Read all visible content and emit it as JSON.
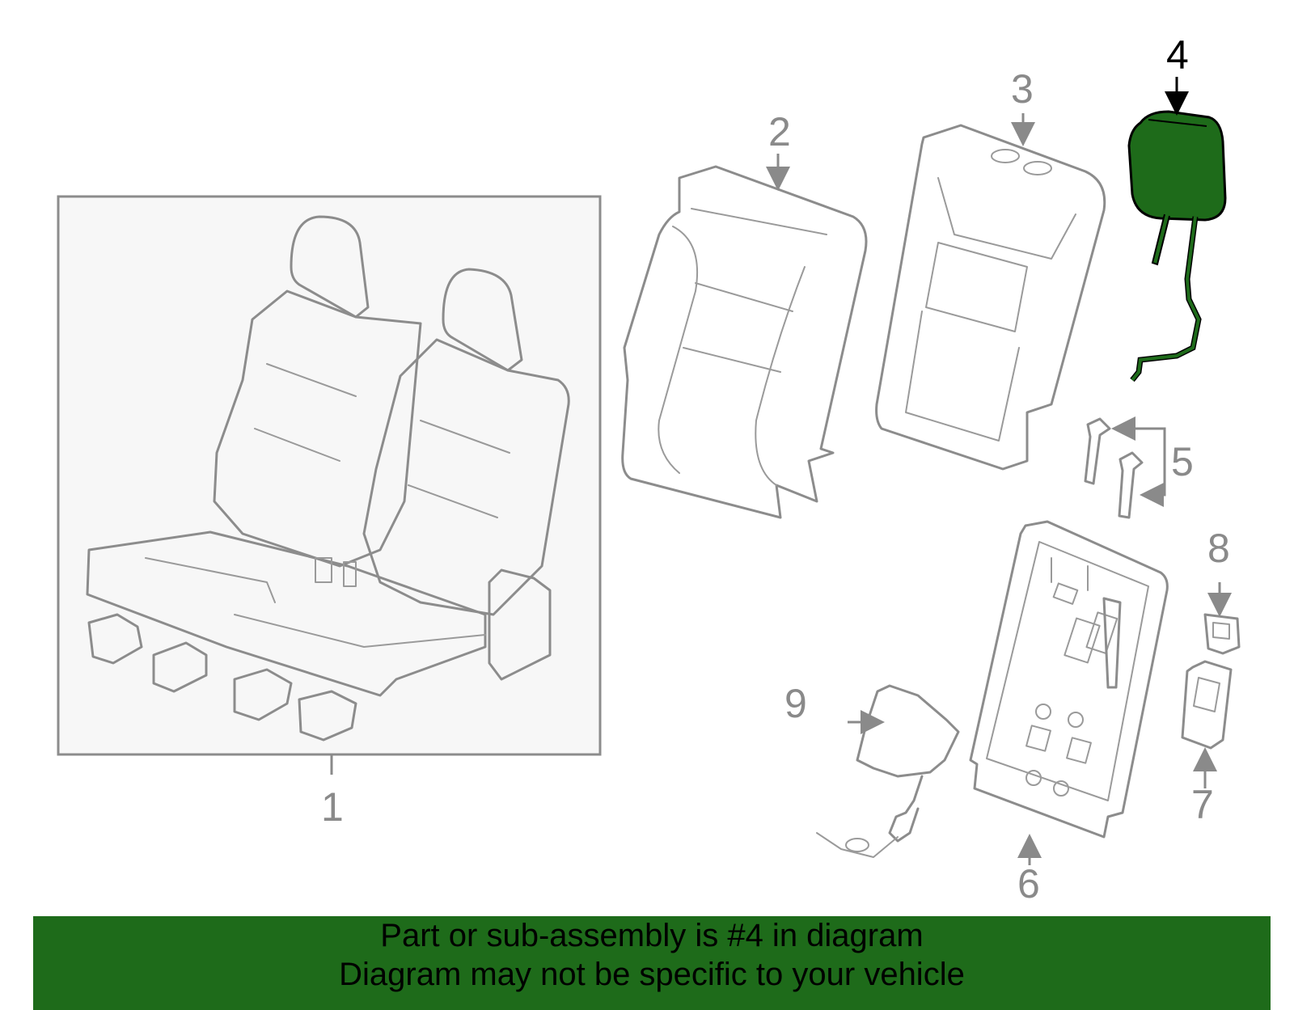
{
  "callouts": [
    {
      "id": "1",
      "label": "1",
      "highlighted": false
    },
    {
      "id": "2",
      "label": "2",
      "highlighted": false
    },
    {
      "id": "3",
      "label": "3",
      "highlighted": false
    },
    {
      "id": "4",
      "label": "4",
      "highlighted": true
    },
    {
      "id": "5",
      "label": "5",
      "highlighted": false
    },
    {
      "id": "6",
      "label": "6",
      "highlighted": false
    },
    {
      "id": "7",
      "label": "7",
      "highlighted": false
    },
    {
      "id": "8",
      "label": "8",
      "highlighted": false
    },
    {
      "id": "9",
      "label": "9",
      "highlighted": false
    }
  ],
  "banner": {
    "line1": "Part or sub-assembly is #4 in diagram",
    "line2": "Diagram may not be specific to your vehicle"
  },
  "colors": {
    "highlight": "#1e6b1a",
    "banner": "#1e6b1a",
    "linework": "#8c8c8c",
    "inset_background": "#f7f7f7"
  }
}
